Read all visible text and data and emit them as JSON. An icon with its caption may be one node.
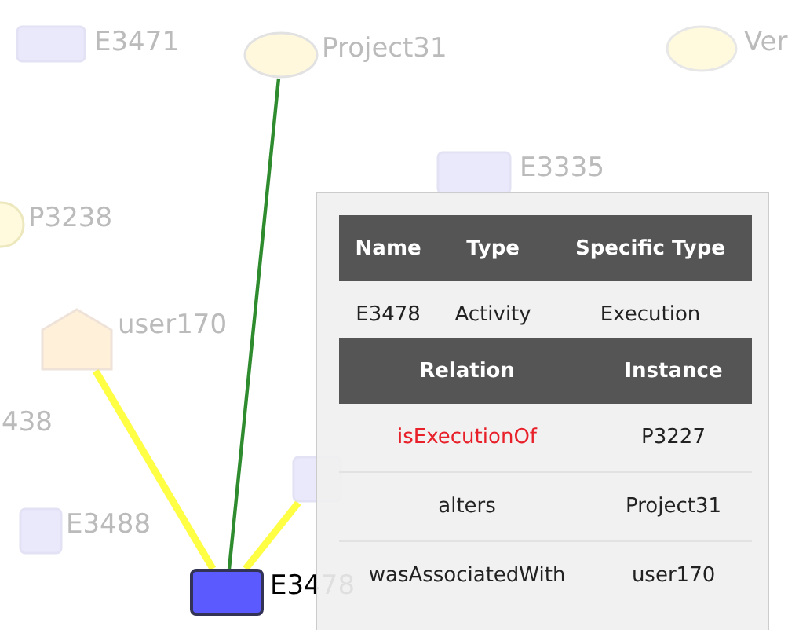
{
  "diagram": {
    "nodes": [
      {
        "text": [
          "E3471"
        ]
      },
      {
        "text": [
          "Project31"
        ]
      },
      {
        "text": [
          "Ver"
        ]
      },
      {
        "text": [
          "E3335"
        ]
      },
      {
        "text": [
          "P3238"
        ]
      },
      {
        "text": [
          "user170"
        ]
      },
      {
        "text": [
          "438"
        ]
      },
      {
        "text": [
          "E3488"
        ]
      },
      {
        "text": [
          "E3478"
        ]
      },
      {
        "text": [],
        "shape": "box"
      }
    ],
    "edges": [
      {
        "from": 8,
        "to": 1,
        "arrow": "none",
        "color": "#2e8b2e"
      },
      {
        "from": 8,
        "to": 5,
        "arrow": "none",
        "color": "#ffff44"
      },
      {
        "from": 8,
        "to": 9,
        "arrow": "none",
        "color": "#ffff44"
      }
    ],
    "labels": [
      "Name",
      "Type",
      "Specific Type",
      "E3478",
      "Activity",
      "Execution",
      "Relation",
      "Instance",
      "isExecutionOf",
      "P3227",
      "alters",
      "Project31",
      "wasAssociatedWith",
      "user170"
    ]
  }
}
